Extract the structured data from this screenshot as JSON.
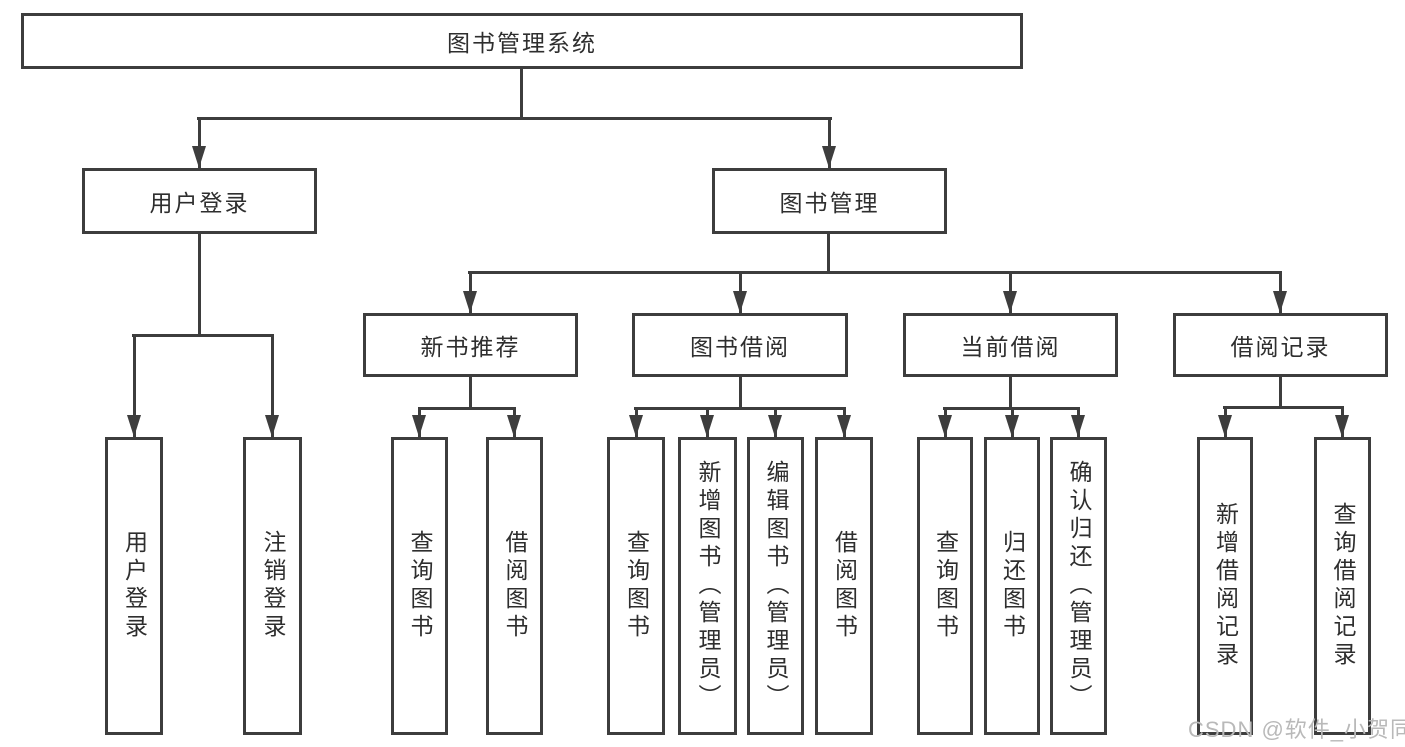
{
  "nodes": {
    "root": {
      "label": "图书管理系统"
    },
    "user_login": {
      "label": "用户登录"
    },
    "book_mgmt": {
      "label": "图书管理"
    },
    "new_book_rec": {
      "label": "新书推荐"
    },
    "book_borrow": {
      "label": "图书借阅"
    },
    "current_borrow": {
      "label": "当前借阅"
    },
    "borrow_records": {
      "label": "借阅记录"
    },
    "login_leaf": {
      "label": "用户登录"
    },
    "logout_leaf": {
      "label": "注销登录"
    },
    "rec_query": {
      "label": "查询图书"
    },
    "rec_borrow": {
      "label": "借阅图书"
    },
    "bb_query": {
      "label": "查询图书"
    },
    "bb_add": {
      "label": "新增图书（管理员）"
    },
    "bb_edit": {
      "label": "编辑图书（管理员）"
    },
    "bb_borrow": {
      "label": "借阅图书"
    },
    "cb_query": {
      "label": "查询图书"
    },
    "cb_return": {
      "label": "归还图书"
    },
    "cb_confirm": {
      "label": "确认归还（管理员）"
    },
    "br_add": {
      "label": "新增借阅记录"
    },
    "br_query": {
      "label": "查询借阅记录"
    }
  },
  "edges": [
    [
      "root",
      "user_login"
    ],
    [
      "root",
      "book_mgmt"
    ],
    [
      "user_login",
      "login_leaf"
    ],
    [
      "user_login",
      "logout_leaf"
    ],
    [
      "book_mgmt",
      "new_book_rec"
    ],
    [
      "book_mgmt",
      "book_borrow"
    ],
    [
      "book_mgmt",
      "current_borrow"
    ],
    [
      "book_mgmt",
      "borrow_records"
    ],
    [
      "new_book_rec",
      "rec_query"
    ],
    [
      "new_book_rec",
      "rec_borrow"
    ],
    [
      "book_borrow",
      "bb_query"
    ],
    [
      "book_borrow",
      "bb_add"
    ],
    [
      "book_borrow",
      "bb_edit"
    ],
    [
      "book_borrow",
      "bb_borrow"
    ],
    [
      "current_borrow",
      "cb_query"
    ],
    [
      "current_borrow",
      "cb_return"
    ],
    [
      "current_borrow",
      "cb_confirm"
    ],
    [
      "borrow_records",
      "br_add"
    ],
    [
      "borrow_records",
      "br_query"
    ]
  ],
  "watermark": "CSDN @软件_小贺同学",
  "colors": {
    "line": "#3d3d3d",
    "text": "#2e2e2e",
    "watermark": "#b9b9b9",
    "background": "#ffffff"
  }
}
